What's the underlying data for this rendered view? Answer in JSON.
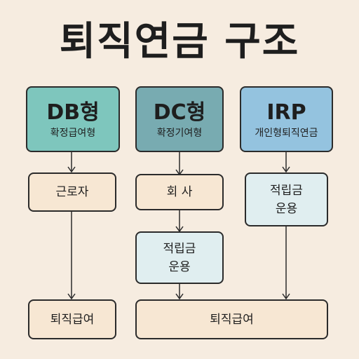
{
  "title": "퇴직연금 구조",
  "colors": {
    "background": "#f6ece0",
    "db_header": "#7ec6bd",
    "dc_header": "#78abb1",
    "irp_header": "#94c3df",
    "beige_node": "#f7e7d3",
    "light_blue_node": "#e0eef0",
    "line": "#2b2b2b"
  },
  "columns": {
    "db": {
      "name": "DB형",
      "sub": "확정급여형"
    },
    "dc": {
      "name": "DC형",
      "sub": "확정기여형"
    },
    "irp": {
      "name": "IRP",
      "sub": "개인형퇴직연금"
    }
  },
  "nodes": {
    "db_worker": "근로자",
    "db_benefit": "퇴직급여",
    "dc_company": "회 사",
    "dc_fund": "적립금\n운용",
    "irp_fund": "적립금\n운용",
    "shared_benefit": "퇴직급여"
  }
}
